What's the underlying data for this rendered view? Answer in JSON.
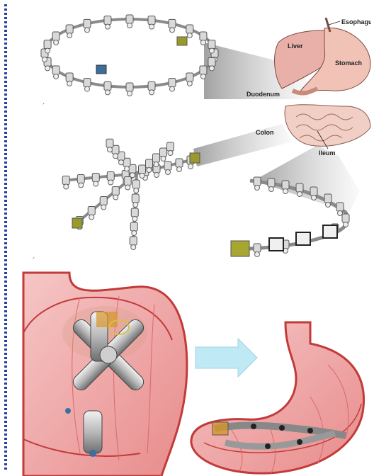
{
  "figure": {
    "anatomy_labels": {
      "esophagus": "Esophagus",
      "liver": "Liver",
      "stomach": "Stomach",
      "duodenum": "Duodenum",
      "colon": "Colon",
      "ileum": "Ileum"
    },
    "axis_markers": {
      "ring": "ᐟ",
      "star": "ᐟ"
    },
    "colors": {
      "stomach_red": "#d94a4a",
      "stomach_fill": "#f3b3b3",
      "arrow": "#bfe9f5",
      "module_gray": "#bdbdbd",
      "head_olive": "#9a9a2a"
    }
  }
}
